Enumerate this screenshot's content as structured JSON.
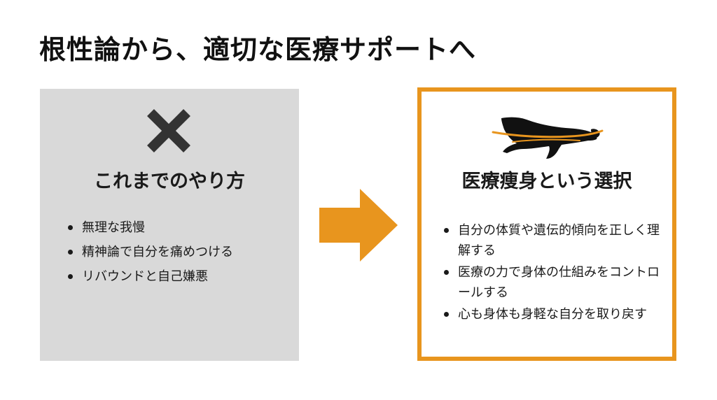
{
  "title": "根性論から、適切な医療サポートへ",
  "old_way": {
    "icon": "cross-icon",
    "heading": "これまでのやり方",
    "items": [
      "無理な我慢",
      "精神論で自分を痛めつける",
      "リバウンドと自己嫌悪"
    ]
  },
  "new_way": {
    "icon": "seal-icon",
    "heading": "医療痩身という選択",
    "items": [
      "自分の体質や遺伝的傾向を正しく理解する",
      "医療の力で身体の仕組みをコントロールする",
      "心も身体も身軽な自分を取り戻す"
    ]
  },
  "arrow": {
    "icon": "right-arrow-icon"
  },
  "colors": {
    "accent": "#e8951e",
    "old_panel_bg": "#d9d9d9",
    "text": "#1a1a1a"
  }
}
